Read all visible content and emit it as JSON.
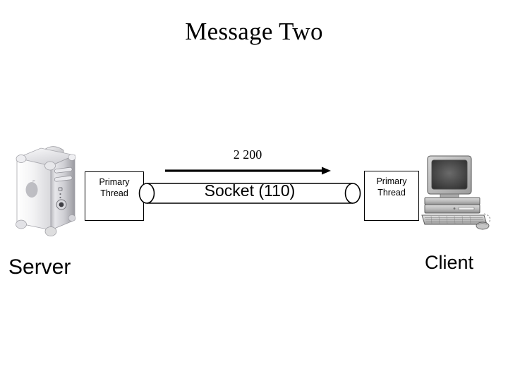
{
  "slide": {
    "title": "Message Two",
    "background_color": "#ffffff"
  },
  "diagram": {
    "server": {
      "caption": "Server",
      "machine_icon": "desktop-tower-icon",
      "thread_box": {
        "label": "Primary\nThread"
      }
    },
    "client": {
      "caption": "Client",
      "machine_icon": "desktop-computer-icon",
      "thread_box": {
        "label": "Primary\nThread"
      }
    },
    "channel": {
      "pipe_icon": "socket-pipe-icon",
      "label": "Socket (110)",
      "flow": {
        "arrow_icon": "arrow-right-icon",
        "direction": "server-to-client",
        "label": "2 200"
      }
    }
  },
  "colors": {
    "stroke": "#000000",
    "text": "#000000",
    "background": "#ffffff",
    "tower_light": "#f2f2f2",
    "tower_mid": "#c9c9cc",
    "tower_dark": "#8e8e93",
    "pc_light": "#d2d2d2",
    "pc_mid": "#a8a8a8",
    "pc_dark": "#5a5a5a",
    "screen": "#3a3a3a"
  }
}
